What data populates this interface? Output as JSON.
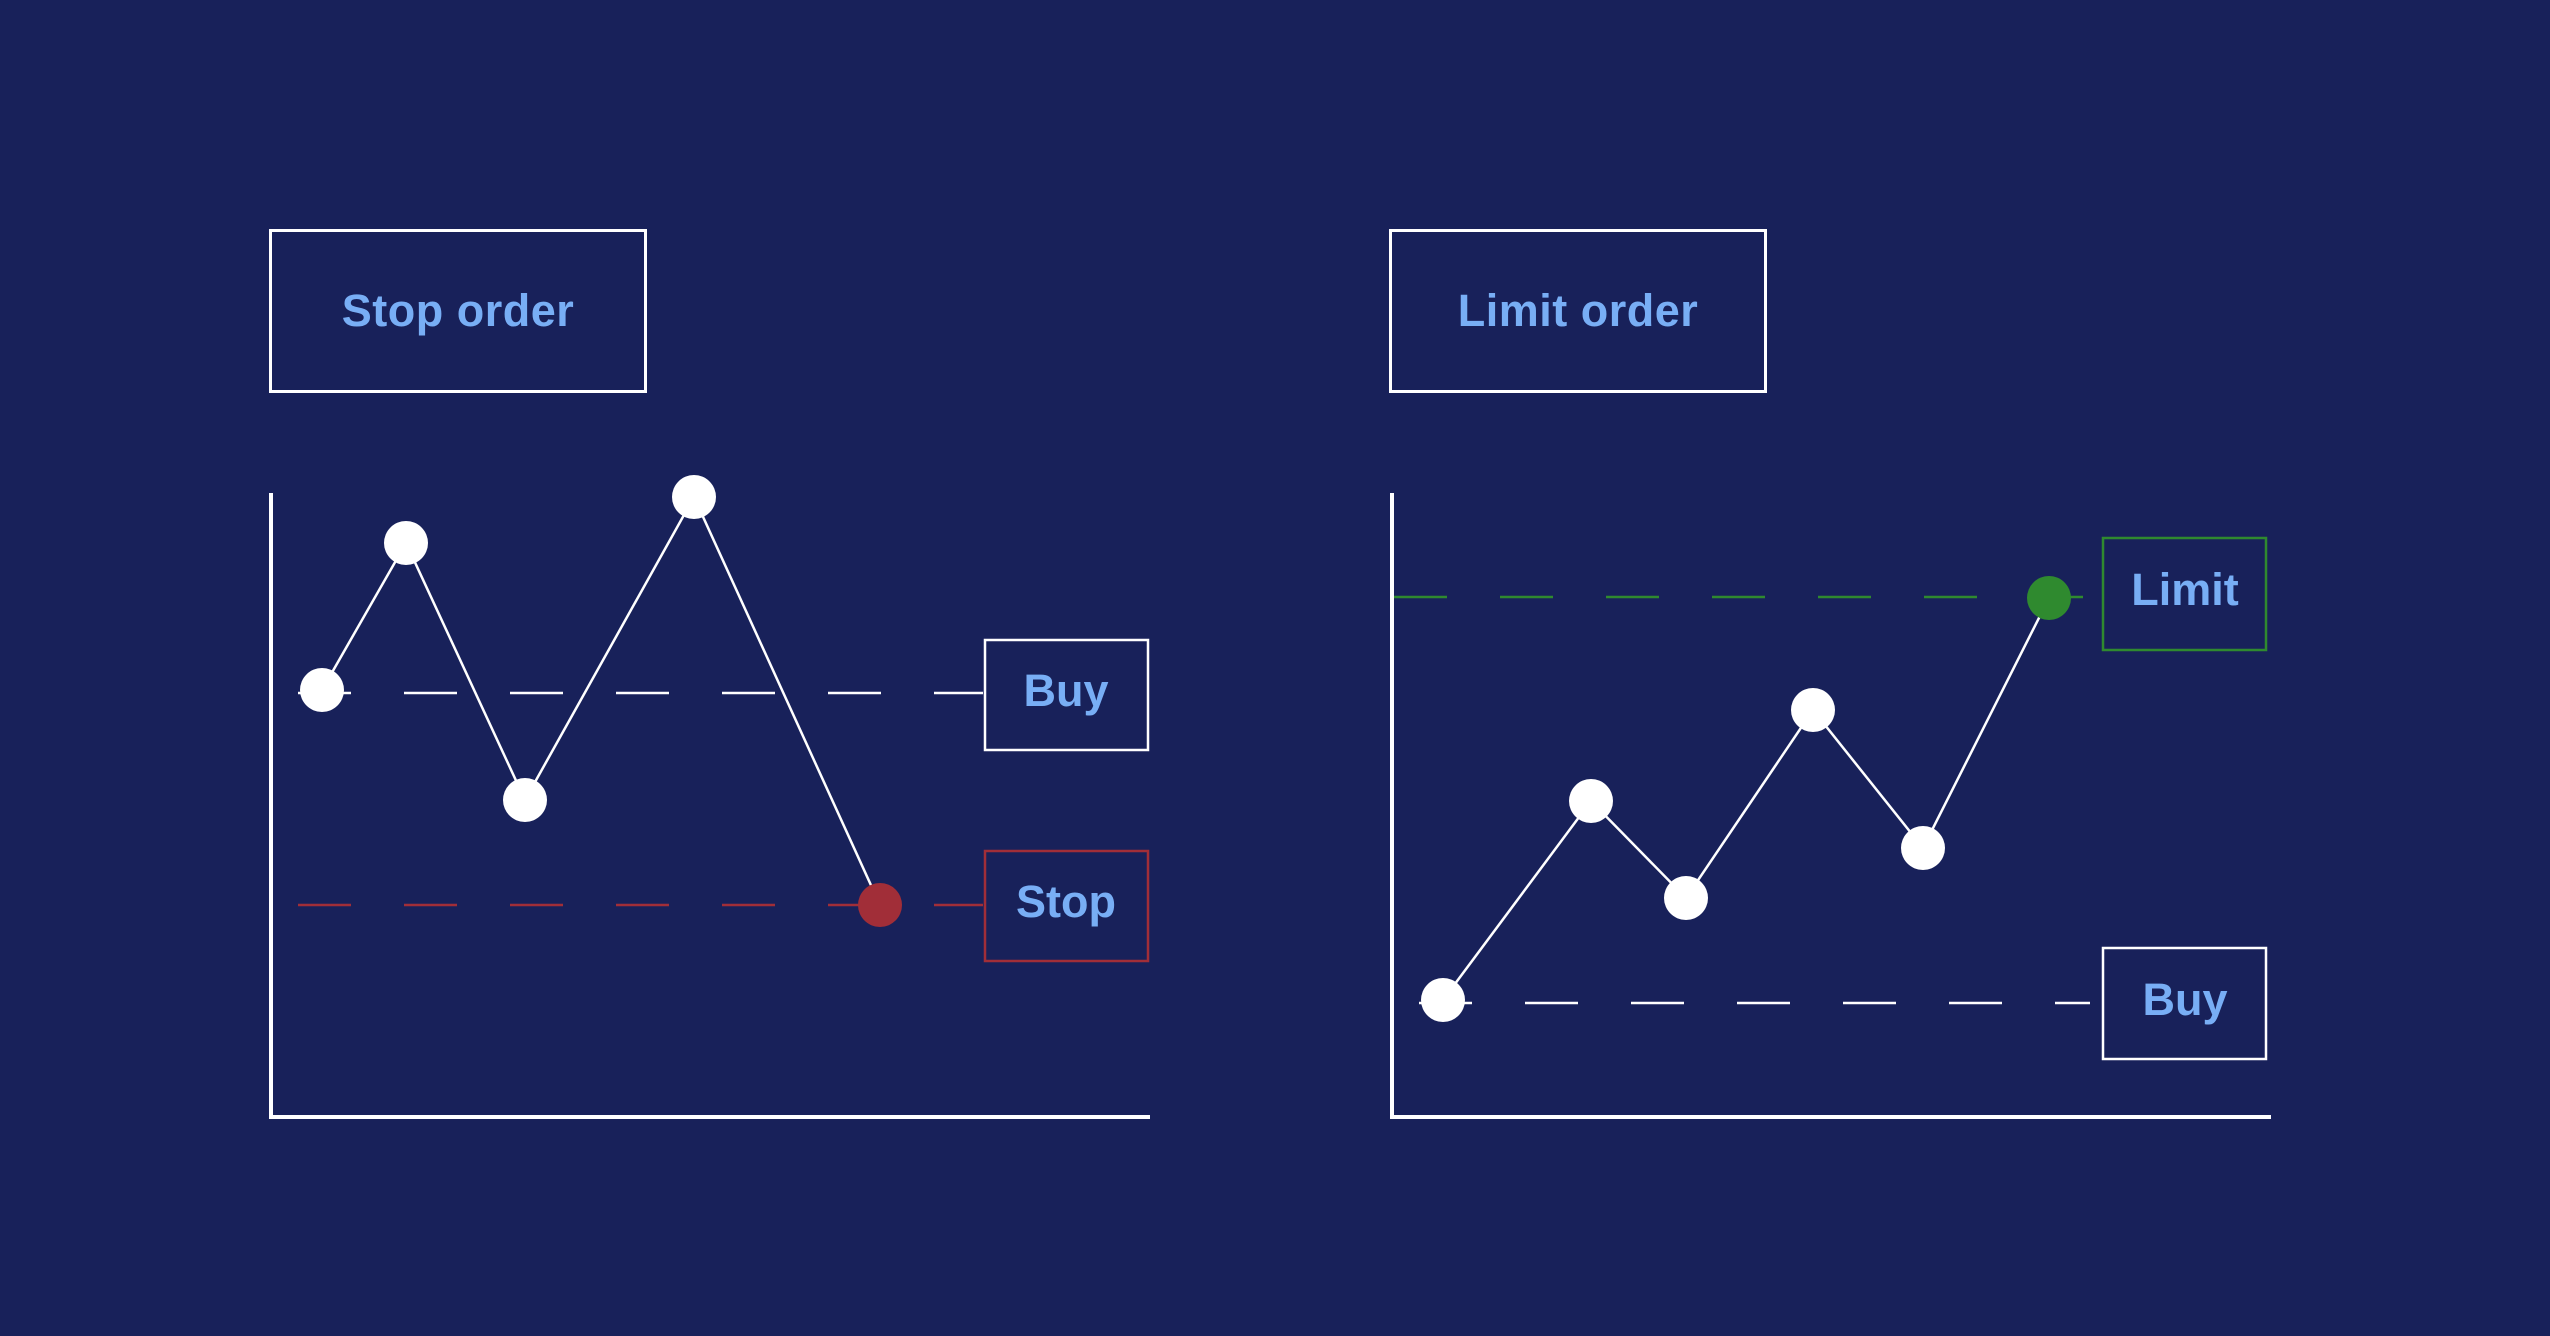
{
  "colors": {
    "background": "#18215a",
    "line": "#ffffff",
    "label_text": "#78aef5",
    "stop": "#a12e38",
    "limit": "#2f8a2f"
  },
  "stop_panel": {
    "title": "Stop order",
    "buy_label": "Buy",
    "stop_label": "Stop"
  },
  "limit_panel": {
    "title": "Limit order",
    "limit_label": "Limit",
    "buy_label": "Buy"
  }
}
